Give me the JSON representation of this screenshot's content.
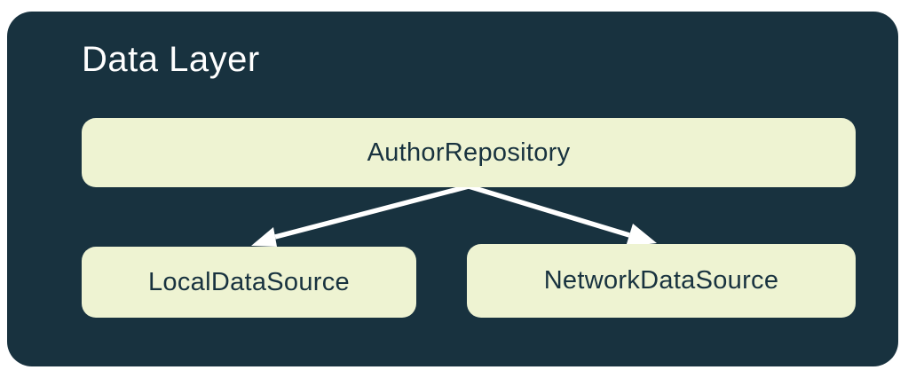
{
  "diagram": {
    "title": "Data Layer",
    "nodes": {
      "repository": {
        "label": "AuthorRepository"
      },
      "local": {
        "label": "LocalDataSource"
      },
      "network": {
        "label": "NetworkDataSource"
      }
    },
    "edges": [
      {
        "from": "AuthorRepository",
        "to": "LocalDataSource",
        "style": "arrow"
      },
      {
        "from": "AuthorRepository",
        "to": "NetworkDataSource",
        "style": "arrow"
      }
    ],
    "colors": {
      "page_background": "#FFFFFF",
      "container_background": "#18323F",
      "title_text": "#FFFFFF",
      "node_background": "#EEF3D2",
      "node_text": "#18323F",
      "arrow": "#FFFFFF"
    }
  }
}
